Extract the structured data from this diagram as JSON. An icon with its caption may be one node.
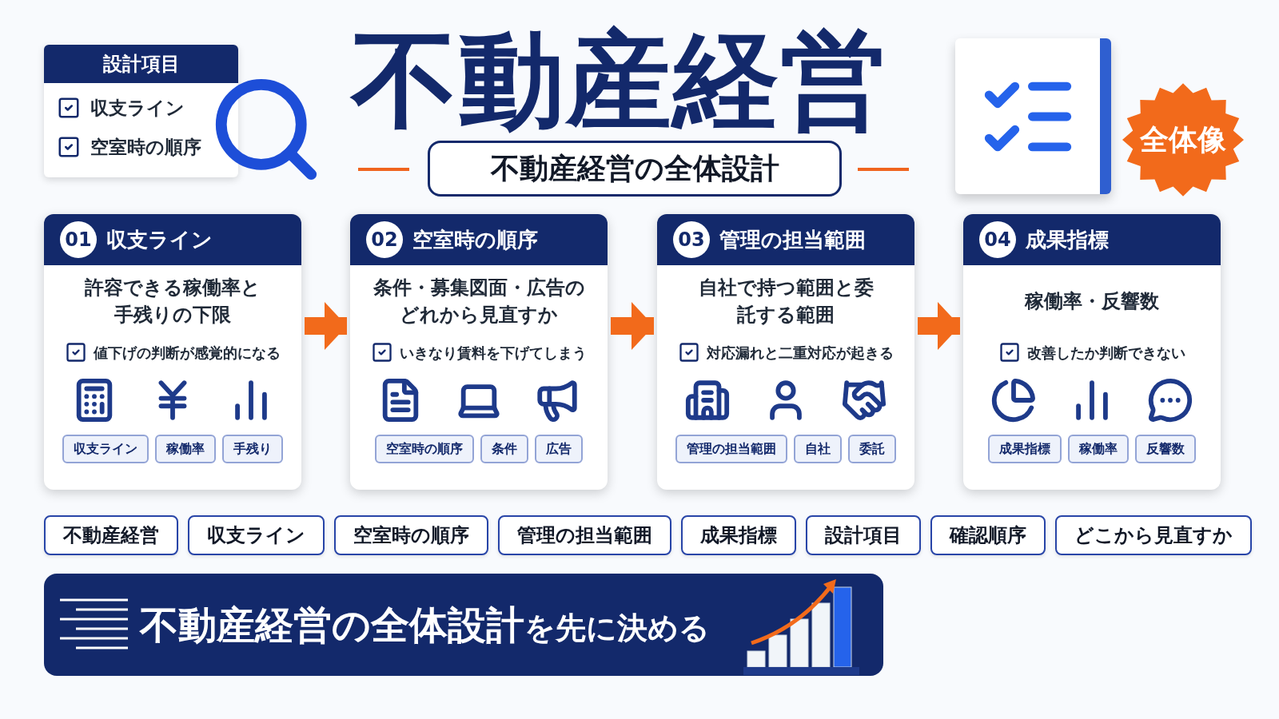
{
  "diagram": {
    "title": "不動産経営",
    "nodes": [
      {
        "text": [
          "設計項目",
          "収支ライン",
          "空室時の順序"
        ]
      },
      {
        "text": [
          "不動産経営の全体設計"
        ]
      },
      {
        "text": [
          "全体像"
        ]
      },
      {
        "text": [
          "01",
          "収支ライン",
          "許容できる稼働率と手残りの下限",
          "値下げの判断が感覚的になる"
        ]
      },
      {
        "text": [
          "収支ライン"
        ],
        "in": 3
      },
      {
        "text": [
          "稼働率"
        ],
        "in": 3
      },
      {
        "text": [
          "手残り"
        ],
        "in": 3
      },
      {
        "text": [
          "02",
          "空室時の順序",
          "条件・募集図面・広告のどれから見直すか",
          "いきなり賃料を下げてしまう"
        ]
      },
      {
        "text": [
          "空室時の順序"
        ],
        "in": 7
      },
      {
        "text": [
          "条件"
        ],
        "in": 7
      },
      {
        "text": [
          "広告"
        ],
        "in": 7
      },
      {
        "text": [
          "03",
          "管理の担当範囲",
          "自社で持つ範囲と委託する範囲",
          "対応漏れと二重対応が起きる"
        ]
      },
      {
        "text": [
          "管理の担当範囲"
        ],
        "in": 11
      },
      {
        "text": [
          "自社"
        ],
        "in": 11
      },
      {
        "text": [
          "委託"
        ],
        "in": 11
      },
      {
        "text": [
          "04",
          "成果指標",
          "稼働率・反響数",
          "改善したか判断できない"
        ]
      },
      {
        "text": [
          "成果指標"
        ],
        "in": 15
      },
      {
        "text": [
          "稼働率"
        ],
        "in": 15
      },
      {
        "text": [
          "反響数"
        ],
        "in": 15
      },
      {
        "text": [
          "不動産経営"
        ]
      },
      {
        "text": [
          "収支ライン"
        ]
      },
      {
        "text": [
          "空室時の順序"
        ]
      },
      {
        "text": [
          "管理の担当範囲"
        ]
      },
      {
        "text": [
          "成果指標"
        ]
      },
      {
        "text": [
          "設計項目"
        ]
      },
      {
        "text": [
          "確認順序"
        ]
      },
      {
        "text": [
          "どこから見直すか"
        ]
      },
      {
        "text": [
          "**不動産経営の全体設計**を先に決める"
        ]
      }
    ],
    "edges": [
      {
        "from": 3,
        "to": 7,
        "arrow": "to"
      },
      {
        "from": 7,
        "to": 11,
        "arrow": "to"
      },
      {
        "from": 11,
        "to": 15,
        "arrow": "to"
      }
    ]
  }
}
